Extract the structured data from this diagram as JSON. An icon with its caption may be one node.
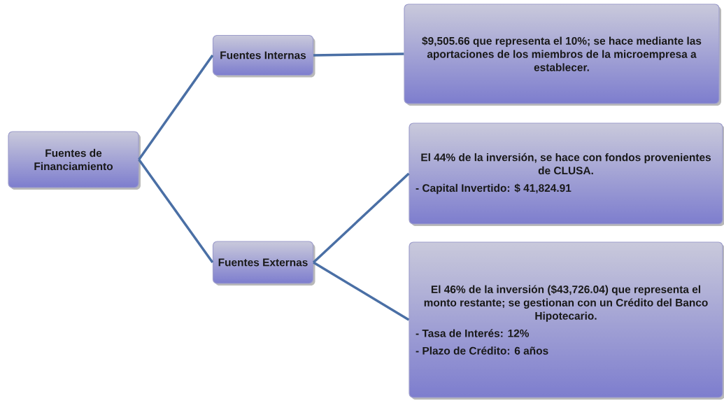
{
  "diagram": {
    "nodes": [
      {
        "text": [
          "Fuentes de Financiamiento"
        ]
      },
      {
        "text": [
          "Fuentes Internas"
        ]
      },
      {
        "text": [
          "Fuentes Externas"
        ]
      },
      {
        "text": [
          "$9,505.66 que representa el  10%; se hace mediante las aportaciones de los miembros de la microempresa a establecer."
        ]
      },
      {
        "text": [
          "El 44% de la inversión, se hace con fondos provenientes de CLUSA.",
          "- Capital Invertido: $ 41,824.91"
        ]
      },
      {
        "text": [
          "El 46% de la inversión ($43,726.04) que representa el monto restante; se gestionan con un Crédito del Banco Hipotecario.",
          "- Tasa de Interés: 12%",
          "- Plazo de Crédito: 6 años"
        ]
      }
    ],
    "edges": [
      {
        "from": 0,
        "to": 1,
        "arrow": "none"
      },
      {
        "from": 0,
        "to": 2,
        "arrow": "none"
      },
      {
        "from": 1,
        "to": 3,
        "arrow": "none"
      },
      {
        "from": 2,
        "to": 4,
        "arrow": "none"
      },
      {
        "from": 2,
        "to": 5,
        "arrow": "none"
      }
    ]
  }
}
